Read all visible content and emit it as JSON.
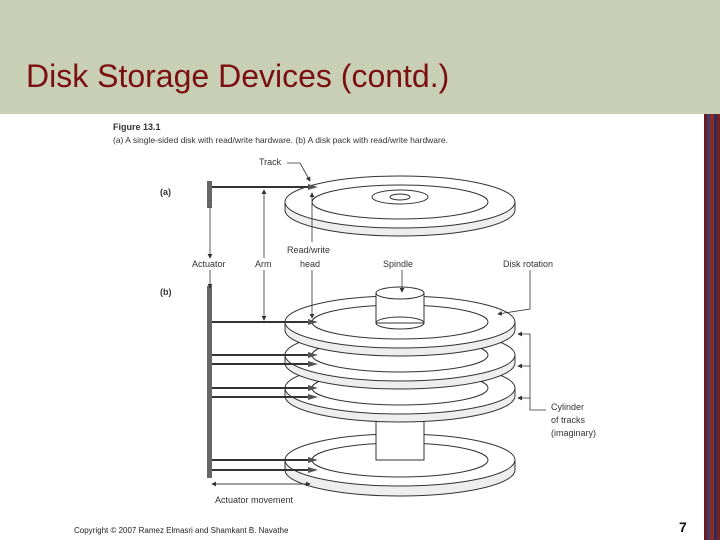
{
  "slide": {
    "title": "Disk Storage Devices (contd.)",
    "copyright": "Copyright © 2007 Ramez Elmasri and Shamkant B. Navathe",
    "page_number": "7",
    "header_color": "#c9cfb5",
    "title_color": "#7a1010",
    "stripe_colors": [
      "#6b1a1a",
      "#3b3b6e",
      "#8c2a2a",
      "#2e2e5c",
      "#7a1f1f"
    ]
  },
  "figure": {
    "caption_title": "Figure 13.1",
    "caption_text": "(a) A single-sided disk with read/write hardware. (b) A disk pack with read/write hardware.",
    "labels": {
      "track": "Track",
      "part_a": "(a)",
      "part_b": "(b)",
      "actuator": "Actuator",
      "arm": "Arm",
      "read_write_head_1": "Read/write",
      "read_write_head_2": "head",
      "spindle": "Spindle",
      "disk_rotation": "Disk rotation",
      "cylinder_1": "Cylinder",
      "cylinder_2": "of tracks",
      "cylinder_3": "(imaginary)",
      "actuator_movement": "Actuator movement"
    }
  }
}
